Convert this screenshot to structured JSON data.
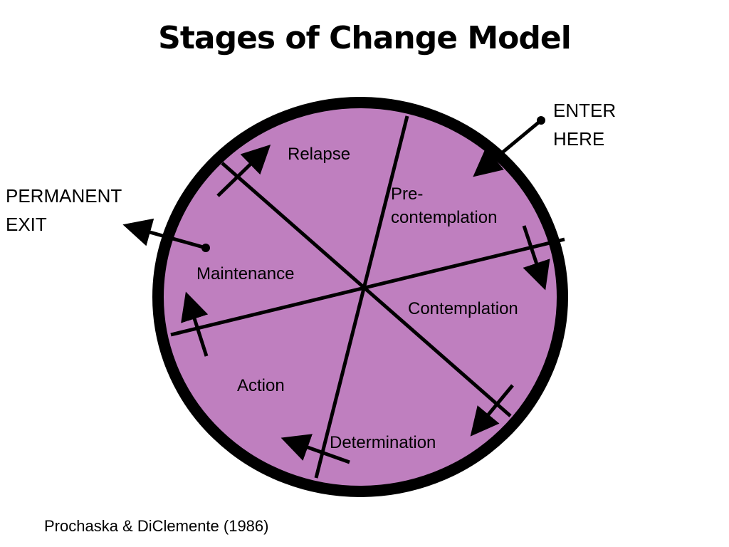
{
  "title": "Stages of Change Model",
  "entry": {
    "line1": "ENTER",
    "line2": "HERE"
  },
  "exit": {
    "line1": "PERMANENT",
    "line2": "EXIT"
  },
  "stages": {
    "relapse": "Relapse",
    "precontemplation_1": "Pre-",
    "precontemplation_2": "contemplation",
    "contemplation": "Contemplation",
    "determination": "Determination",
    "action": "Action",
    "maintenance": "Maintenance"
  },
  "citation": "Prochaska & DiClemente (1986)",
  "colors": {
    "wheel_fill": "#bf7fbf",
    "outline": "#000000"
  }
}
